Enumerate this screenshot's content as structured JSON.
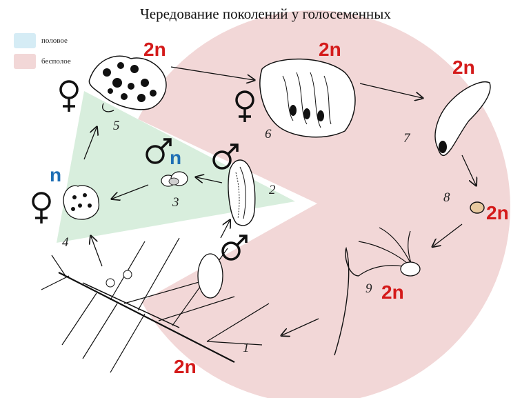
{
  "title": "Чередование поколений у голосеменных",
  "legend": {
    "sexual": {
      "label": "половое",
      "color": "#d5ecf5"
    },
    "asexual": {
      "label": "бесполое",
      "color": "#f2d7d7"
    }
  },
  "ploidy_labels": {
    "top_left": "2n",
    "top_center": "2n",
    "top_right": "2n",
    "right_8": "2n",
    "stage_9": "2n",
    "bottom": "2n",
    "left_n": "n",
    "center_n": "n"
  },
  "stage_numbers": [
    "1",
    "2",
    "3",
    "4",
    "5",
    "6",
    "7",
    "8",
    "9"
  ],
  "colors": {
    "diploid_region": "#f2d7d7",
    "haploid_region": "#d8eedd",
    "red_label": "#d41a1a",
    "blue_label": "#1f6fb5"
  }
}
